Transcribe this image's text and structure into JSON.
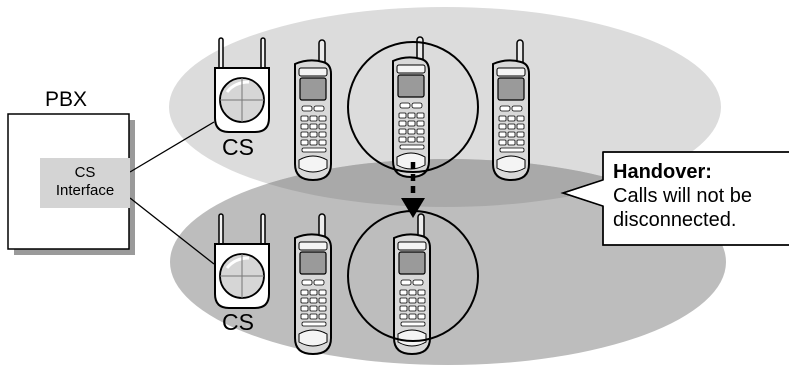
{
  "pbx": {
    "label": "PBX",
    "interface_line1": "CS",
    "interface_line2": "Interface"
  },
  "cells": {
    "top_cs_label": "CS",
    "bottom_cs_label": "CS"
  },
  "callout": {
    "title": "Handover:",
    "line1": "Calls will not be",
    "line2": "disconnected."
  },
  "icons": {
    "base_station": "base-station-icon",
    "handset": "cordless-handset-icon",
    "arrow": "dashed-down-arrow-icon"
  },
  "colors": {
    "cell_top": "#dcdcdc",
    "cell_bottom": "#bdbdbd",
    "overlap": "#a9a9a9",
    "interface_fill": "#d4d4d4",
    "handset_body": "#d9d9d9"
  }
}
